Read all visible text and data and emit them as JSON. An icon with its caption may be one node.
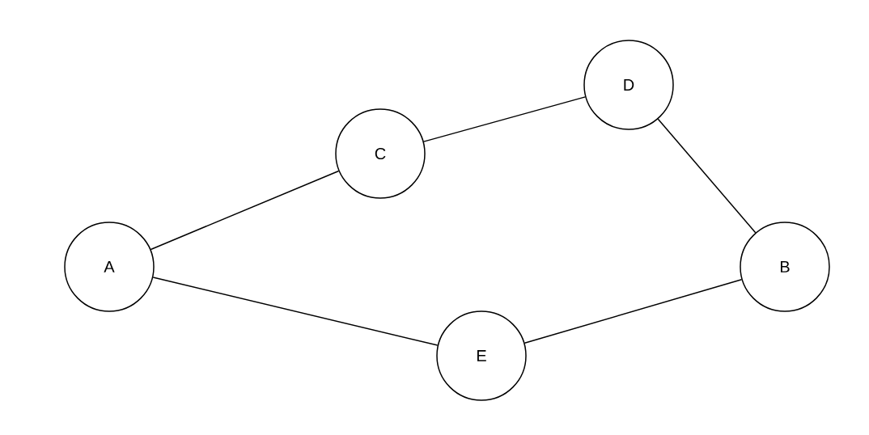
{
  "diagram": {
    "nodes": [
      {
        "text": [
          "A"
        ]
      },
      {
        "text": [
          "C"
        ]
      },
      {
        "text": [
          "D"
        ]
      },
      {
        "text": [
          "B"
        ]
      },
      {
        "text": [
          "E"
        ]
      }
    ],
    "edges": [
      {
        "from": 0,
        "to": 1,
        "arrow": "none"
      },
      {
        "from": 1,
        "to": 2,
        "arrow": "none"
      },
      {
        "from": 2,
        "to": 3,
        "arrow": "none"
      },
      {
        "from": 0,
        "to": 4,
        "arrow": "none"
      },
      {
        "from": 4,
        "to": 3,
        "arrow": "none"
      }
    ]
  }
}
